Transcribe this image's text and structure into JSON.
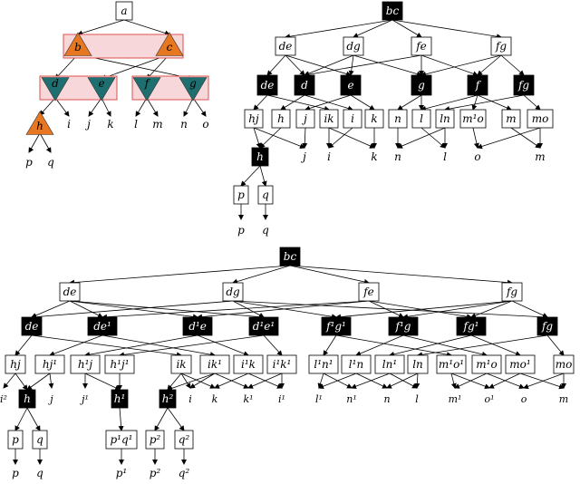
{
  "colors": {
    "black_node": "#000000",
    "white_node": "#ffffff",
    "orange": "#e87722",
    "teal": "#1f6f70",
    "highlight_fill": "#f8d7da",
    "highlight_stroke": "#d9534f"
  },
  "panel_a": {
    "root": "a",
    "row1": [
      "b",
      "c"
    ],
    "row2": [
      "d",
      "e",
      "f",
      "g"
    ],
    "row3": [
      "h"
    ],
    "leaves_i_k": [
      "i",
      "j",
      "k"
    ],
    "leaves_l_o": [
      "l",
      "m",
      "n",
      "o"
    ],
    "leaves_pq": [
      "p",
      "q"
    ]
  },
  "panel_b": {
    "root": "bc",
    "level1": [
      "de",
      "dg",
      "fe",
      "fg"
    ],
    "level2": [
      "de",
      "d",
      "e",
      "g",
      "f",
      "fg"
    ],
    "level3": [
      "hj",
      "h",
      "j",
      "ik",
      "i",
      "k",
      "n",
      "l",
      "ln",
      "m¹o",
      "m",
      "mo"
    ],
    "h_node": "h",
    "pq": [
      "p",
      "q"
    ],
    "leaves": [
      "j",
      "i",
      "k",
      "n",
      "l",
      "o",
      "m"
    ],
    "bottom": [
      "p",
      "q"
    ]
  },
  "panel_c": {
    "root": "bc",
    "level1": [
      "de",
      "dg",
      "fe",
      "fg"
    ],
    "level2": [
      "de",
      "de¹",
      "d¹e",
      "d¹e¹",
      "f¹g¹",
      "f¹g",
      "fg¹",
      "fg"
    ],
    "level3": [
      "hj",
      "hj¹",
      "h¹j",
      "h¹j¹",
      "ik",
      "ik¹",
      "i¹k",
      "i¹k¹",
      "l¹n¹",
      "l¹n",
      "ln¹",
      "ln",
      "m¹o¹",
      "m¹o",
      "mo¹",
      "mo"
    ],
    "leaves": [
      "i²",
      "j",
      "j¹",
      "i",
      "k",
      "k¹",
      "i¹",
      "l¹",
      "n¹",
      "n",
      "l",
      "m¹",
      "o¹",
      "o",
      "m"
    ],
    "h_nodes": [
      "h",
      "h¹",
      "h²"
    ],
    "pq_boxes": [
      "p",
      "q",
      "p¹q¹",
      "p²",
      "q²"
    ],
    "bottom": [
      "p",
      "q",
      "p¹",
      "p²",
      "q²"
    ]
  }
}
